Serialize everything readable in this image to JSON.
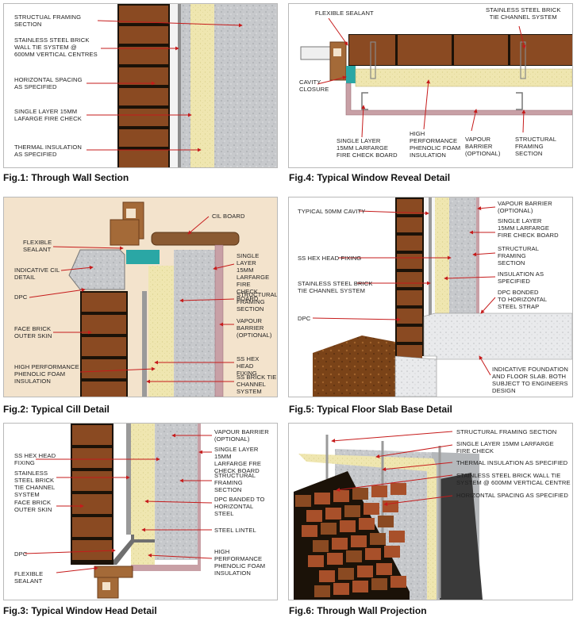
{
  "colors": {
    "brick": "#8a4a22",
    "mortar": "#1b1208",
    "insulation": "#efe6b0",
    "concrete": "#c7c9cc",
    "board": "#c8a0a6",
    "panel_bg_fig2": "#f3e3cc",
    "arrow": "#c61b1b"
  },
  "fig1": {
    "caption": "Fig.1: Through Wall Section",
    "labels": {
      "l1": "STRUCTUAL FRAMING\nSECTION",
      "l2": "STAINLESS STEEL BRICK\nWALL TIE SYSTEM @\n600MM VERTICAL CENTRES",
      "l3": "HORIZONTAL SPACING\nAS SPECIFIED",
      "l4": "SINGLE LAYER 15MM\nLAFARGE FIRE CHECK",
      "l5": "THERMAL INSULATION\nAS SPECIFIED"
    }
  },
  "fig2": {
    "caption": "Fig.2: Typical Cill Detail",
    "labels": {
      "l1": "CIL BOARD",
      "l2": "FLEXIBLE\nSEALANT",
      "l3": "INDICATIVE CIL\nDETAIL",
      "l4": "DPC",
      "l5": "FACE BRICK\nOUTER SKIN",
      "l6": "HIGH PERFORMANCE\nPHENOLIC FOAM\nINSULATION",
      "r1": "SINGLE LAYER\n15MM\nLARFARGE FIRE\nCHECK BOARD",
      "r2": "STRUCTURAL\nFRAMING\nSECTION",
      "r3": "VAPOUR\nBARRIER\n(OPTIONAL)",
      "r4": "SS HEX HEAD\nFIXING",
      "r5": "SS BRICK TIE\nCHANNEL\nSYSTEM"
    }
  },
  "fig3": {
    "caption": "Fig.3: Typical Window Head Detail",
    "labels": {
      "l1": "SS HEX HEAD\nFIXING",
      "l2": "STAINLESS\nSTEEL BRICK\nTIE CHANNEL\nSYSTEM",
      "l3": "FACE BRICK\nOUTER SKIN",
      "l4": "DPC",
      "l5": "FLEXIBLE\nSEALANT",
      "r1": "VAPOUR BARRIER\n(OPTIONAL)",
      "r2": "SINGLE LAYER 15MM\nLARFARGE FRE\nCHECK BOARD",
      "r3": "STRUCTURAL\nFRAMING\nSECTION",
      "r4": "DPC BANDED TO\nHORIZONTAL\nSTEEL",
      "r5": "STEEL LINTEL",
      "r6": "HIGH PERFORMANCE\nPHENOLIC FOAM\nINSULATION"
    }
  },
  "fig4": {
    "caption": "Fig.4: Typical Window Reveal Detail",
    "labels": {
      "t1": "FLEXIBLE SEALANT",
      "t2": "STAINLESS STEEL BRICK\nTIE CHANNEL SYSTEM",
      "l1": "CAVITY\nCLOSURE",
      "b1": "SINGLE LAYER\n15MM LARFARGE\nFIRE CHECK BOARD",
      "b2": "HIGH\nPERFORMANCE\nPHENOLIC FOAM\nINSULATION",
      "b3": "VAPOUR\nBARRIER\n(OPTIONAL)",
      "b4": "STRUCTURAL\nFRAMING\nSECTION"
    }
  },
  "fig5": {
    "caption": "Fig.5: Typical Floor Slab Base Detail",
    "labels": {
      "l1": "TYPICAL 50MM CAVITY",
      "l2": "SS HEX HEAD FIXING",
      "l3": "STAINLESS STEEL BRICK\nTIE CHANNEL SYSTEM",
      "l4": "DPC",
      "r1": "VAPOUR BARRIER\n(OPTIONAL)",
      "r2": "SINGLE LAYER\n15MM LARFARGE\nFIRE CHECK BOARD",
      "r3": "STRUCTURAL\nFRAMING\nSECTION",
      "r4": "INSULATION AS\nSPECIFIED",
      "r5": "DPC BONDED\nTO HORIZONTAL\nSTEEL STRAP",
      "r6": "INDICATIVE FOUNDATION\nAND FLOOR SLAB. BOTH\nSUBJECT TO ENGINEERS\nDESIGN"
    }
  },
  "fig6": {
    "caption": "Fig.6: Through Wall Projection",
    "labels": {
      "r1": "STRUCTURAL FRAMING SECTION",
      "r2": "SINGLE LAYER 15MM LARFARGE\nFIRE CHECK",
      "r3": "THERMAL INSULATION AS SPECIFIED",
      "r4": "STAINLESS STEEL BRICK WALL TIE\nSYSTEM @ 600MM VERTICAL CENTRE",
      "r5": "HORIZONTAL SPACING AS SPECIFIED"
    }
  }
}
